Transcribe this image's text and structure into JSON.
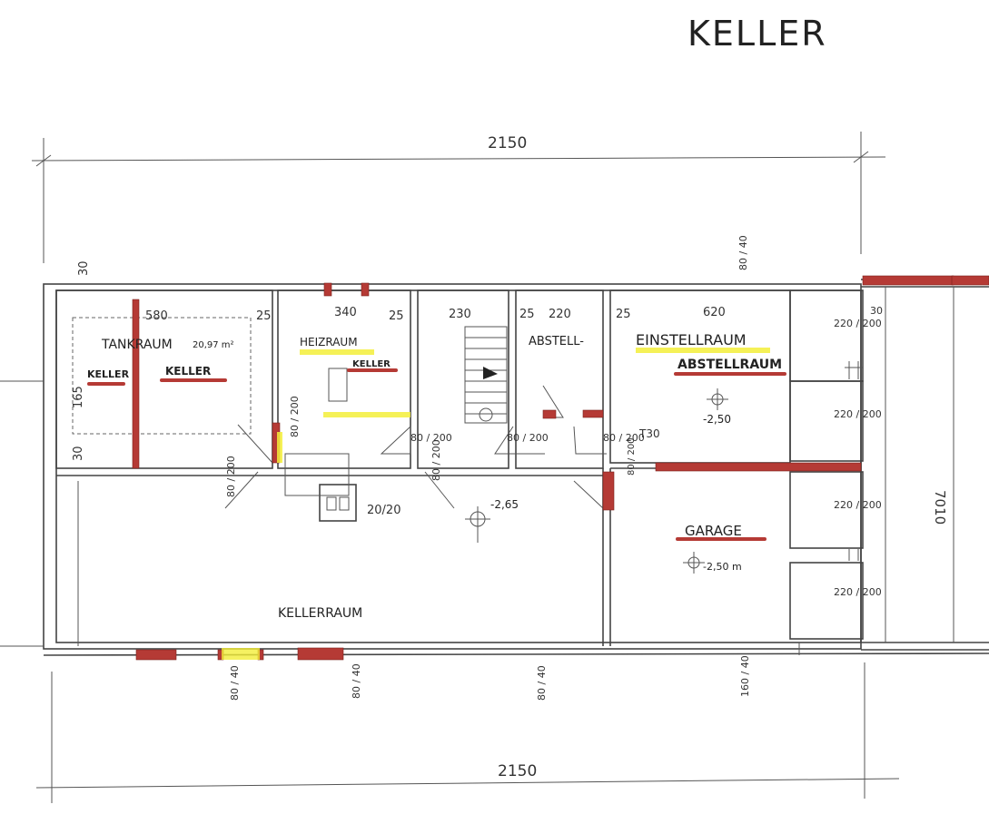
{
  "title": "KELLER",
  "dimensions": {
    "top_total": "2150",
    "bottom_total": "2150",
    "right_depth": "7010",
    "left_top": "30",
    "left_mid": "165",
    "left_bottom": "30",
    "window_tl": "80 / 40",
    "window_b1": "80 / 40",
    "window_b2": "80 / 40",
    "window_b3": "80 / 40",
    "window_b4": "160 / 40",
    "door_tank": "80 / 200",
    "door_heiz": "80 / 200",
    "door_heiz2": "80 / 200",
    "door_abstell": "80 / 200",
    "door_einstell": "80 / 200",
    "door_stair": "80 / 200",
    "door_t30": "T30",
    "door_t30_b": "80 / 200",
    "chimney": "20/20",
    "garage_doors": [
      "220 / 200",
      "220 / 200",
      "220 / 200",
      "220 / 200"
    ],
    "top_right_small": "30"
  },
  "rooms": {
    "tank": {
      "width": "580",
      "wall": "25",
      "name": "TANKRAUM",
      "area": "20,97 m²",
      "red_note_1": "KELLER",
      "red_note_2": "KELLER"
    },
    "heiz": {
      "width": "340",
      "wall": "25",
      "name": "HEIZRAUM",
      "red_note": "KELLER"
    },
    "stair": {
      "width": "230"
    },
    "abstell": {
      "wall": "25",
      "width": "220",
      "name": "ABSTELL-"
    },
    "einstell": {
      "wall": "25",
      "width": "620",
      "name": "EINSTELLRAUM",
      "red_note": "ABSTELLRAUM",
      "level": "-2,50"
    },
    "keller": {
      "name": "KELLERRAUM",
      "level": "-2,65"
    },
    "garage": {
      "name": "GARAGE",
      "level": "-2,50 m"
    }
  }
}
